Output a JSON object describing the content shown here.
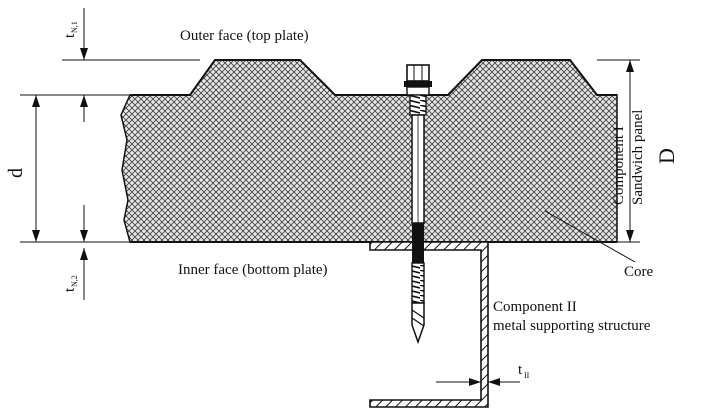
{
  "labels": {
    "outer_face": "Outer face (top plate)",
    "inner_face": "Inner face (bottom plate)",
    "component_1_line1": "Component I",
    "component_1_line2": "Sandwich panel",
    "core": "Core",
    "component_2_line1": "Component II",
    "component_2_line2": "metal supporting structure"
  },
  "dimensions": {
    "t_n1": "t",
    "t_n1_sub": "N,1",
    "t_n2": "t",
    "t_n2_sub": "N,2",
    "d": "d",
    "D": "D",
    "t_ii": "t",
    "t_ii_sub": "II"
  },
  "colors": {
    "line": "#111111",
    "core_fill": "#cfcfcf"
  }
}
